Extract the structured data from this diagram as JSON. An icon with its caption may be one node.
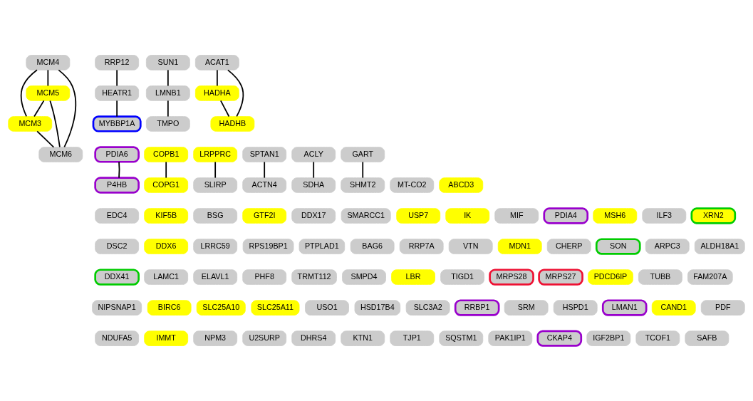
{
  "diagram": {
    "nodes": [
      {
        "text": [
          "MCM4"
        ]
      },
      {
        "text": [
          "RRP12"
        ]
      },
      {
        "text": [
          "SUN1"
        ]
      },
      {
        "text": [
          "ACAT1"
        ]
      },
      {
        "text": [
          "MCM5"
        ]
      },
      {
        "text": [
          "HADHA"
        ]
      },
      {
        "text": [
          "MCM3"
        ]
      },
      {
        "text": [
          "HEATR1"
        ]
      },
      {
        "text": [
          "LMNB1"
        ]
      },
      {
        "text": [
          "HADHB"
        ]
      },
      {
        "text": [
          "MCM6"
        ]
      },
      {
        "text": [
          "MYBBP1A"
        ]
      },
      {
        "text": [
          "TMPO"
        ]
      },
      {
        "text": [
          "PDIA6"
        ]
      },
      {
        "text": [
          "COPB1"
        ]
      },
      {
        "text": [
          "LRPPRC"
        ]
      },
      {
        "text": [
          "SPTAN1"
        ]
      },
      {
        "text": [
          "ACLY"
        ]
      },
      {
        "text": [
          "GART"
        ]
      },
      {
        "text": [
          "P4HB"
        ]
      },
      {
        "text": [
          "COPG1"
        ]
      },
      {
        "text": [
          "SLIRP"
        ]
      },
      {
        "text": [
          "ACTN4"
        ]
      },
      {
        "text": [
          "SDHA"
        ]
      },
      {
        "text": [
          "SHMT2"
        ]
      },
      {
        "text": [
          "MT-CO2"
        ]
      },
      {
        "text": [
          "ABCD3"
        ]
      },
      {
        "text": [
          "EDC4"
        ]
      },
      {
        "text": [
          "KIF5B"
        ]
      },
      {
        "text": [
          "BSG"
        ]
      },
      {
        "text": [
          "GTF2I"
        ]
      },
      {
        "text": [
          "DDX17"
        ]
      },
      {
        "text": [
          "SMARCC1"
        ]
      },
      {
        "text": [
          "USP7"
        ]
      },
      {
        "text": [
          "IK"
        ]
      },
      {
        "text": [
          "MIF"
        ]
      },
      {
        "text": [
          "PDIA4"
        ]
      },
      {
        "text": [
          "MSH6"
        ]
      },
      {
        "text": [
          "ILF3"
        ]
      },
      {
        "text": [
          "XRN2"
        ]
      },
      {
        "text": [
          "DSC2"
        ]
      },
      {
        "text": [
          "DDX6"
        ]
      },
      {
        "text": [
          "LRRC59"
        ]
      },
      {
        "text": [
          "RPS19BP1"
        ]
      },
      {
        "text": [
          "PTPLAD1"
        ]
      },
      {
        "text": [
          "BAG6"
        ]
      },
      {
        "text": [
          "RRP7A"
        ]
      },
      {
        "text": [
          "VTN"
        ]
      },
      {
        "text": [
          "MDN1"
        ]
      },
      {
        "text": [
          "CHERP"
        ]
      },
      {
        "text": [
          "SON"
        ]
      },
      {
        "text": [
          "ARPC3"
        ]
      },
      {
        "text": [
          "ALDH18A1"
        ]
      },
      {
        "text": [
          "DDX41"
        ]
      },
      {
        "text": [
          "LAMC1"
        ]
      },
      {
        "text": [
          "ELAVL1"
        ]
      },
      {
        "text": [
          "PHF8"
        ]
      },
      {
        "text": [
          "TRMT112"
        ]
      },
      {
        "text": [
          "SMPD4"
        ]
      },
      {
        "text": [
          "LBR"
        ]
      },
      {
        "text": [
          "TIGD1"
        ]
      },
      {
        "text": [
          "MRPS28"
        ]
      },
      {
        "text": [
          "MRPS27"
        ]
      },
      {
        "text": [
          "PDCD6IP"
        ]
      },
      {
        "text": [
          "TUBB"
        ]
      },
      {
        "text": [
          "FAM207A"
        ]
      },
      {
        "text": [
          "NIPSNAP1"
        ]
      },
      {
        "text": [
          "BIRC6"
        ]
      },
      {
        "text": [
          "SLC25A10"
        ]
      },
      {
        "text": [
          "SLC25A11"
        ]
      },
      {
        "text": [
          "USO1"
        ]
      },
      {
        "text": [
          "HSD17B4"
        ]
      },
      {
        "text": [
          "SLC3A2"
        ]
      },
      {
        "text": [
          "RRBP1"
        ]
      },
      {
        "text": [
          "SRM"
        ]
      },
      {
        "text": [
          "HSPD1"
        ]
      },
      {
        "text": [
          "LMAN1"
        ]
      },
      {
        "text": [
          "CAND1"
        ]
      },
      {
        "text": [
          "PDF"
        ]
      },
      {
        "text": [
          "NDUFA5"
        ]
      },
      {
        "text": [
          "IMMT"
        ]
      },
      {
        "text": [
          "NPM3"
        ]
      },
      {
        "text": [
          "U2SURP"
        ]
      },
      {
        "text": [
          "DHRS4"
        ]
      },
      {
        "text": [
          "KTN1"
        ]
      },
      {
        "text": [
          "TJP1"
        ]
      },
      {
        "text": [
          "SQSTM1"
        ]
      },
      {
        "text": [
          "PAK1IP1"
        ]
      },
      {
        "text": [
          "CKAP4"
        ]
      },
      {
        "text": [
          "IGF2BP1"
        ]
      },
      {
        "text": [
          "TCOF1"
        ]
      },
      {
        "text": [
          "SAFB"
        ]
      }
    ],
    "edges": [
      {
        "from": 0,
        "to": 4,
        "arrow": "none"
      },
      {
        "from": 0,
        "to": 6,
        "arrow": "none"
      },
      {
        "from": 0,
        "to": 10,
        "arrow": "none"
      },
      {
        "from": 4,
        "to": 6,
        "arrow": "none"
      },
      {
        "from": 4,
        "to": 10,
        "arrow": "none"
      },
      {
        "from": 6,
        "to": 10,
        "arrow": "none"
      },
      {
        "from": 1,
        "to": 7,
        "arrow": "none"
      },
      {
        "from": 7,
        "to": 11,
        "arrow": "none"
      },
      {
        "from": 2,
        "to": 8,
        "arrow": "none"
      },
      {
        "from": 8,
        "to": 12,
        "arrow": "none"
      },
      {
        "from": 3,
        "to": 5,
        "arrow": "none"
      },
      {
        "from": 3,
        "to": 9,
        "arrow": "none"
      },
      {
        "from": 5,
        "to": 9,
        "arrow": "none"
      },
      {
        "from": 13,
        "to": 19,
        "arrow": "none"
      },
      {
        "from": 14,
        "to": 20,
        "arrow": "none"
      },
      {
        "from": 15,
        "to": 21,
        "arrow": "none"
      },
      {
        "from": 16,
        "to": 22,
        "arrow": "none"
      },
      {
        "from": 17,
        "to": 23,
        "arrow": "none"
      },
      {
        "from": 18,
        "to": 24,
        "arrow": "none"
      }
    ]
  }
}
